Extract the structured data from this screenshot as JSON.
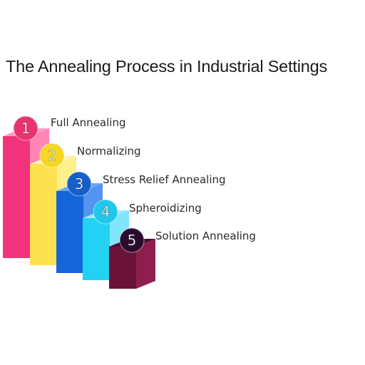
{
  "title": "The Annealing Process in Industrial Settings",
  "steps": [
    {
      "number": "1",
      "label": "Full Annealing",
      "color": "#f0337a",
      "side": "#ff85b4",
      "top": "#ff9cc4",
      "badge": "#e8336f"
    },
    {
      "number": "2",
      "label": "Normalizing",
      "color": "#fde14f",
      "side": "#fff08d",
      "top": "#fff3a8",
      "badge": "#f6d625"
    },
    {
      "number": "3",
      "label": "Stress Relief Annealing",
      "color": "#1565d8",
      "side": "#5294f0",
      "top": "#6aa6f5",
      "badge": "#1360c9"
    },
    {
      "number": "4",
      "label": "Spheroidizing",
      "color": "#23d2f2",
      "side": "#7fe6fa",
      "top": "#98edfc",
      "badge": "#20c7ea"
    },
    {
      "number": "5",
      "label": "Solution Annealing",
      "color": "#6a1238",
      "side": "#8e1f4d",
      "top": "#4c0d33",
      "badge": "#2b0c2f"
    }
  ]
}
